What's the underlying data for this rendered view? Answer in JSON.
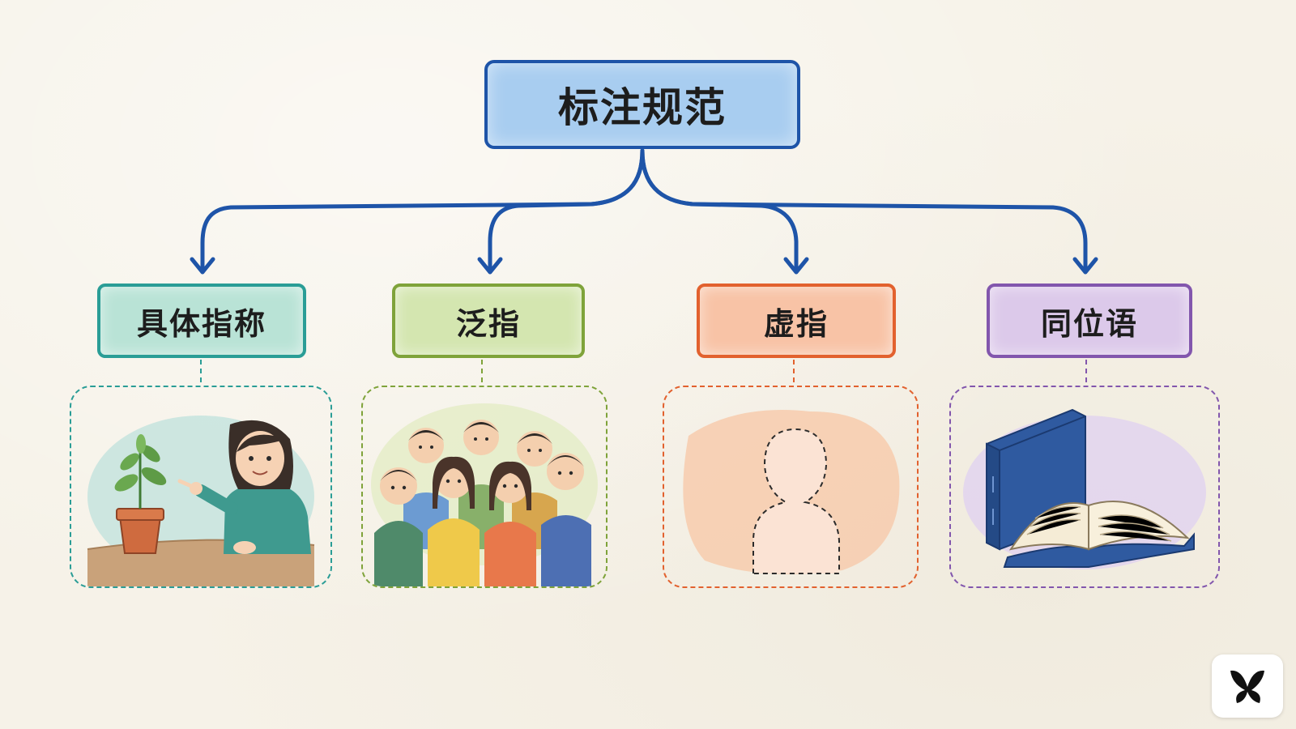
{
  "root": {
    "label": "标注规范"
  },
  "categories": [
    {
      "label": "具体指称",
      "illustration": "woman-pointing-at-plant-icon",
      "color": "#2a9d96"
    },
    {
      "label": "泛指",
      "illustration": "group-of-people-icon",
      "color": "#7fa33a"
    },
    {
      "label": "虚指",
      "illustration": "person-silhouette-icon",
      "color": "#e2612e"
    },
    {
      "label": "同位语",
      "illustration": "books-icon",
      "color": "#8256ad"
    }
  ],
  "colors": {
    "root_border": "#1e54a8",
    "root_fill": "#a8cdf0",
    "arrow": "#1e54a8"
  },
  "logo": {
    "icon": "butterfly-icon"
  }
}
